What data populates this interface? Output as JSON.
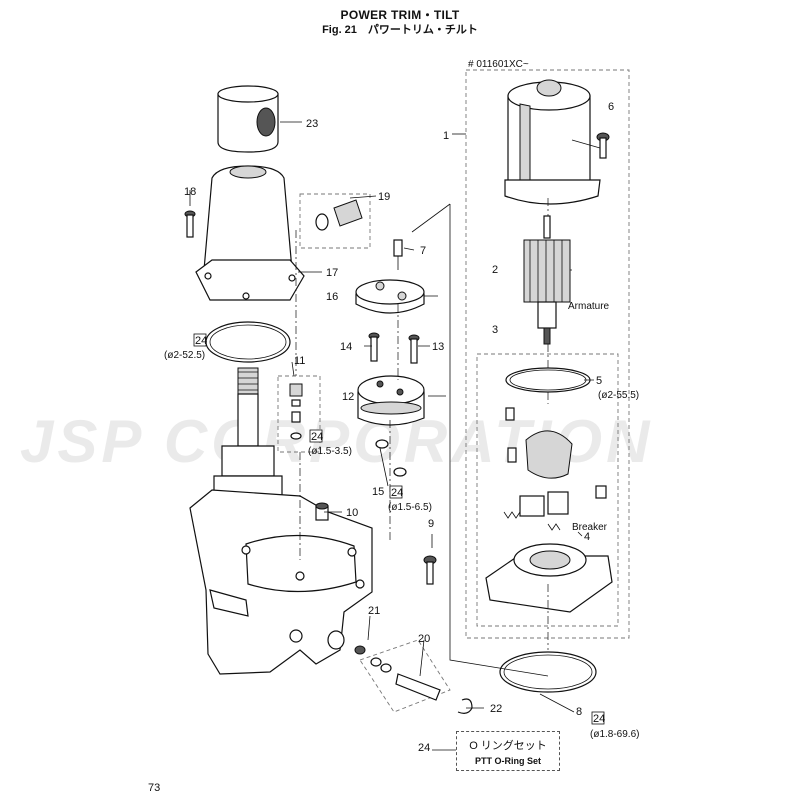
{
  "header": {
    "title": "POWER TRIM・TILT",
    "subtitle": "Fig. 21　パワートリム・チルト"
  },
  "watermark": "JSP CORPORATION",
  "serial_note": "# 011601XC~",
  "labels": {
    "armature": "Armature",
    "breaker": "Breaker"
  },
  "callouts": {
    "p1": "1",
    "p2": "2",
    "p3": "3",
    "p4": "4",
    "p5": "5",
    "p6": "6",
    "p7": "7",
    "p8": "8",
    "p9": "9",
    "p10": "10",
    "p11": "11",
    "p12": "12",
    "p13": "13",
    "p14": "14",
    "p15": "15",
    "p16": "16",
    "p17": "17",
    "p18": "18",
    "p19": "19",
    "p20": "20",
    "p21": "21",
    "p22": "22",
    "p23": "23"
  },
  "oring_refs": [
    {
      "ref": "24",
      "size": "(ø2-52.5)"
    },
    {
      "ref": "24",
      "size": "(ø1.5-3.5)"
    },
    {
      "ref": "24",
      "size": "(ø1.5-6.5)"
    },
    {
      "ref": "24",
      "size": "(ø1.8-69.6)"
    }
  ],
  "size_5": "(ø2-55.5)",
  "legend": {
    "number": "24",
    "jp": "O リングセット",
    "en": "PTT O-Ring Set"
  },
  "page_number": "73"
}
